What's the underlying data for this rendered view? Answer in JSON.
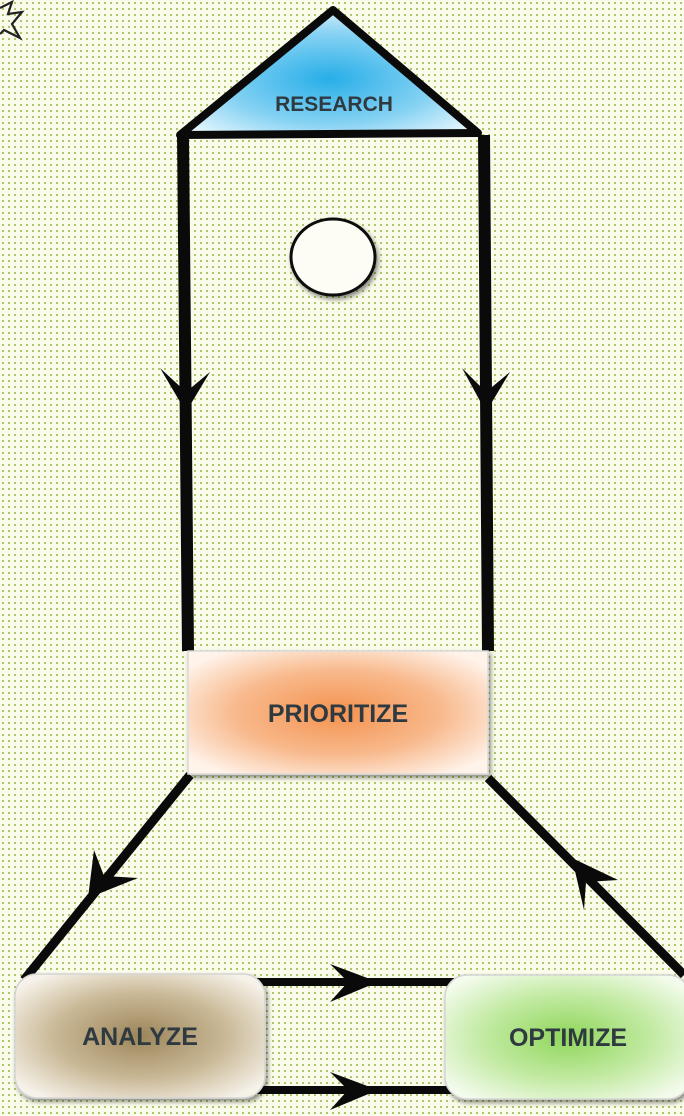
{
  "nodes": {
    "research": {
      "label": "RESEARCH"
    },
    "prioritize": {
      "label": "PRIORITIZE"
    },
    "analyze": {
      "label": "ANALYZE"
    },
    "optimize": {
      "label": "OPTIMIZE"
    }
  },
  "colors": {
    "research_fill": "#27aee8",
    "prioritize_fill": "#f4924e",
    "analyze_fill": "#9c855a",
    "optimize_fill": "#8fd65a",
    "line": "#0a0a0a",
    "label_text": "#2e3a40"
  },
  "decorations": {
    "corner_mark_icon": "star-outline-icon",
    "circle_window_icon": "porthole-circle-icon"
  }
}
